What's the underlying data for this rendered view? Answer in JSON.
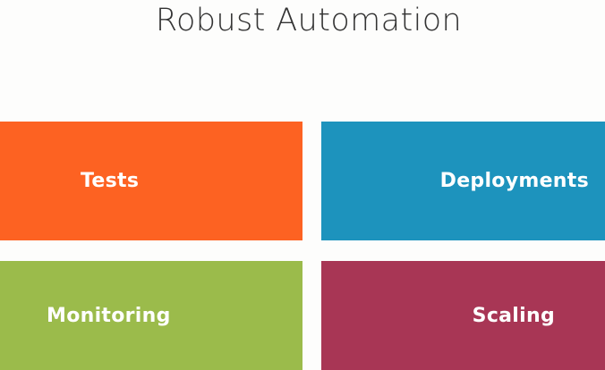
{
  "colors": {
    "background": "#fdfdfc",
    "title_text": "#333333",
    "tile_text": "#ffffff"
  },
  "title": "Robust Automation",
  "tiles": [
    {
      "id": "tests",
      "label": "Tests",
      "color": "#fd6222"
    },
    {
      "id": "deployments",
      "label": "Deployments",
      "color": "#1d93bd"
    },
    {
      "id": "monitoring",
      "label": "Monitoring",
      "color": "#9bbb4b"
    },
    {
      "id": "scaling",
      "label": "Scaling",
      "color": "#a83655"
    }
  ]
}
